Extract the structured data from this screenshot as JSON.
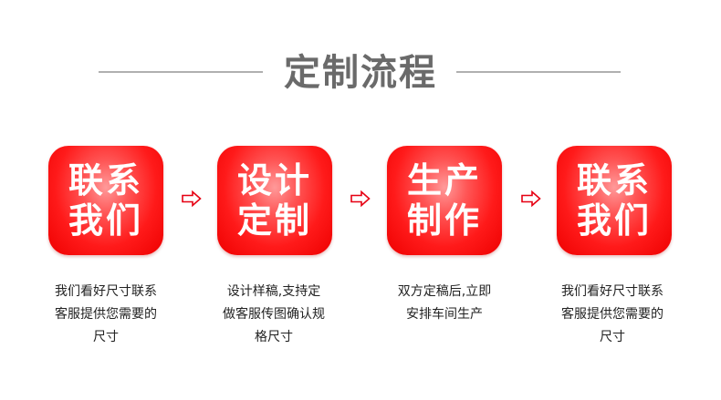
{
  "header": {
    "title": "定制流程"
  },
  "steps": [
    {
      "line1": "联系",
      "line2": "我们",
      "desc": [
        "我们看好尺寸联系",
        "客服提供您需要的",
        "尺寸"
      ]
    },
    {
      "line1": "设计",
      "line2": "定制",
      "desc": [
        "设计样稿,支持定",
        "做客服传图确认规",
        "格尺寸"
      ]
    },
    {
      "line1": "生产",
      "line2": "制作",
      "desc": [
        "双方定稿后,立即",
        "安排车间生产"
      ]
    },
    {
      "line1": "联系",
      "line2": "我们",
      "desc": [
        "我们看好尺寸联系",
        "客服提供您需要的",
        "尺寸"
      ]
    }
  ],
  "colors": {
    "accent": "#ff1a1a",
    "title": "#6a6a6a",
    "rule": "#b0b0b0",
    "text": "#222222"
  },
  "icons": {
    "connector": "hollow-arrow-right-icon"
  }
}
